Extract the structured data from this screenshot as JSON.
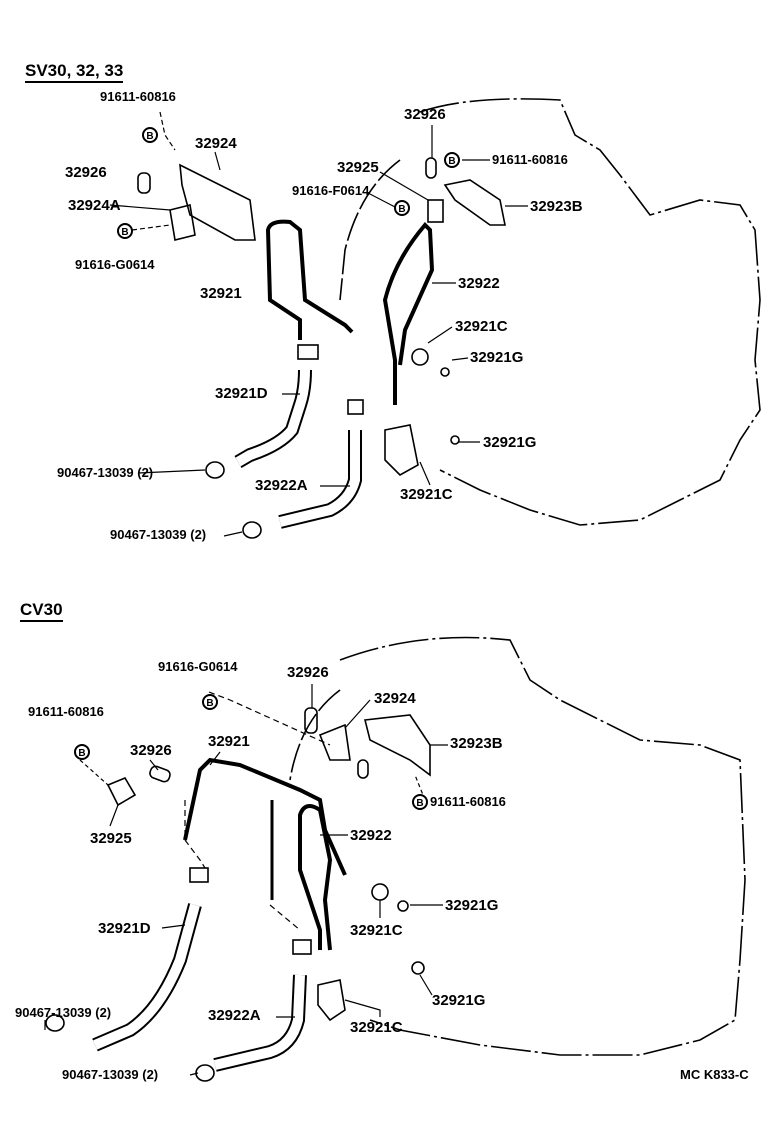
{
  "sections": [
    {
      "title": "SV30, 32, 33",
      "labels": [
        "91611-60816",
        "32924",
        "32926",
        "32925",
        "91611-60816",
        "91616-F0614",
        "32923B",
        "32926",
        "32924A",
        "91616-G0614",
        "32921",
        "32922",
        "32921C",
        "32921G",
        "32921D",
        "32921G",
        "90467-13039 (2)",
        "32922A",
        "32921C",
        "90467-13039 (2)"
      ]
    },
    {
      "title": "CV30",
      "labels": [
        "91616-G0614",
        "32926",
        "32924",
        "91611-60816",
        "32923B",
        "32921",
        "32926",
        "91611-60816",
        "32925",
        "32922",
        "32921G",
        "32921D",
        "32921C",
        "32921G",
        "90467-13039 (2)",
        "32922A",
        "32921C",
        "90467-13039 (2)"
      ]
    }
  ],
  "bolt_symbol": "B",
  "diagram_code": "MC K833-C"
}
